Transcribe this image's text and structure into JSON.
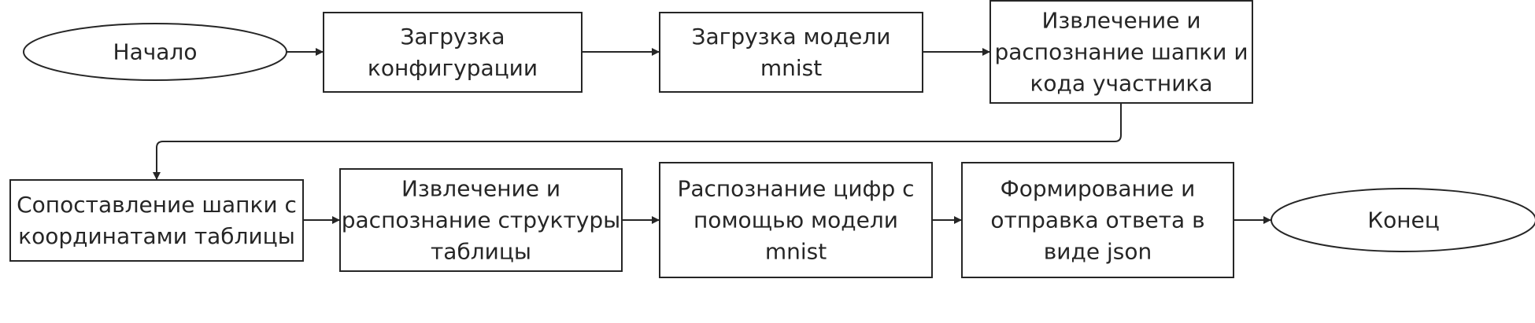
{
  "diagram": {
    "stroke_color": "#262626",
    "fill_color": "#ffffff",
    "text_color": "#262626",
    "nodes": [
      {
        "id": "start",
        "shape": "ellipse",
        "lines": [
          "Начало"
        ]
      },
      {
        "id": "load-config",
        "shape": "rect",
        "lines": [
          "Загрузка",
          "конфигурации"
        ]
      },
      {
        "id": "load-model",
        "shape": "rect",
        "lines": [
          "Загрузка модели",
          "mnist"
        ]
      },
      {
        "id": "extract-header",
        "shape": "rect",
        "lines": [
          "Извлечение и",
          "распознание шапки и",
          "кода участника"
        ]
      },
      {
        "id": "match-header",
        "shape": "rect",
        "lines": [
          "Сопоставление шапки с",
          "координатами таблицы"
        ]
      },
      {
        "id": "extract-structure",
        "shape": "rect",
        "lines": [
          "Извлечение и",
          "распознание структуры",
          "таблицы"
        ]
      },
      {
        "id": "recognize-digits",
        "shape": "rect",
        "lines": [
          "Распознание цифр с",
          "помощью модели",
          "mnist"
        ]
      },
      {
        "id": "form-response",
        "shape": "rect",
        "lines": [
          "Формирование и",
          "отправка ответа в",
          "виде json"
        ]
      },
      {
        "id": "end",
        "shape": "ellipse",
        "lines": [
          "Конец"
        ]
      }
    ],
    "edges": [
      {
        "from": "start",
        "to": "load-config"
      },
      {
        "from": "load-config",
        "to": "load-model"
      },
      {
        "from": "load-model",
        "to": "extract-header"
      },
      {
        "from": "extract-header",
        "to": "match-header"
      },
      {
        "from": "match-header",
        "to": "extract-structure"
      },
      {
        "from": "extract-structure",
        "to": "recognize-digits"
      },
      {
        "from": "recognize-digits",
        "to": "form-response"
      },
      {
        "from": "form-response",
        "to": "end"
      }
    ]
  }
}
